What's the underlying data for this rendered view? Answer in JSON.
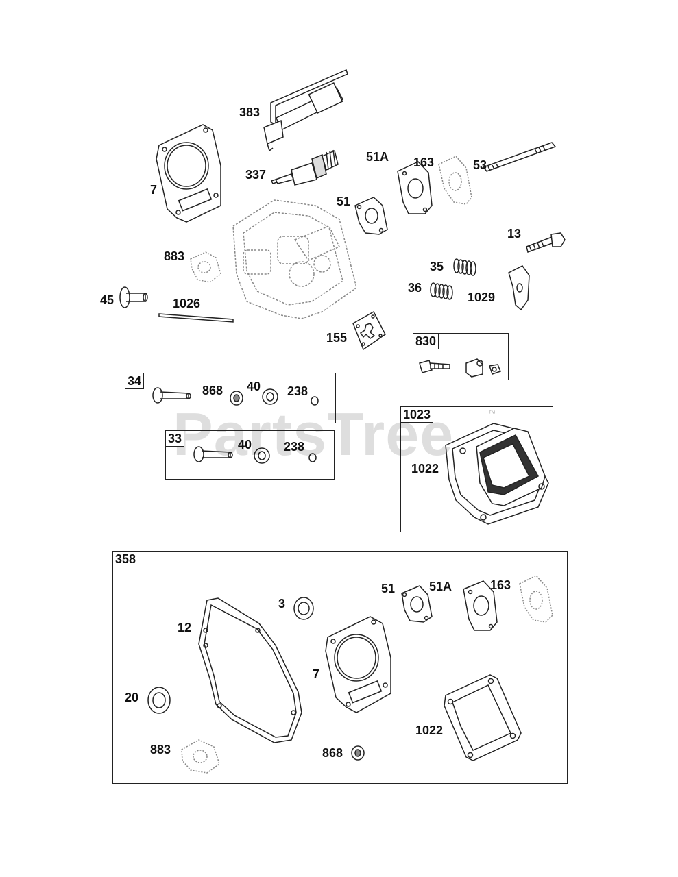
{
  "watermark": {
    "text": "PartsTree",
    "tm": "™"
  },
  "labels": {
    "p383": "383",
    "p337": "337",
    "p7": "7",
    "p51A": "51A",
    "p163": "163",
    "p53": "53",
    "p51": "51",
    "p13": "13",
    "p883": "883",
    "p35": "35",
    "p36": "36",
    "p1029": "1029",
    "p45": "45",
    "p1026": "1026",
    "p155": "155",
    "b34_868": "868",
    "b34_40": "40",
    "b34_238": "238",
    "b33_40": "40",
    "b33_238": "238",
    "b1023_1022": "1022",
    "k3": "3",
    "k12": "12",
    "k51": "51",
    "k51A": "51A",
    "k163": "163",
    "k7": "7",
    "k20": "20",
    "k1022": "1022",
    "k883": "883",
    "k868": "868"
  },
  "boxes": {
    "b830": "830",
    "b34": "34",
    "b33": "33",
    "b1023": "1023",
    "b358": "358"
  },
  "colors": {
    "line": "#222222",
    "dashed": "#888888",
    "background": "#ffffff"
  }
}
